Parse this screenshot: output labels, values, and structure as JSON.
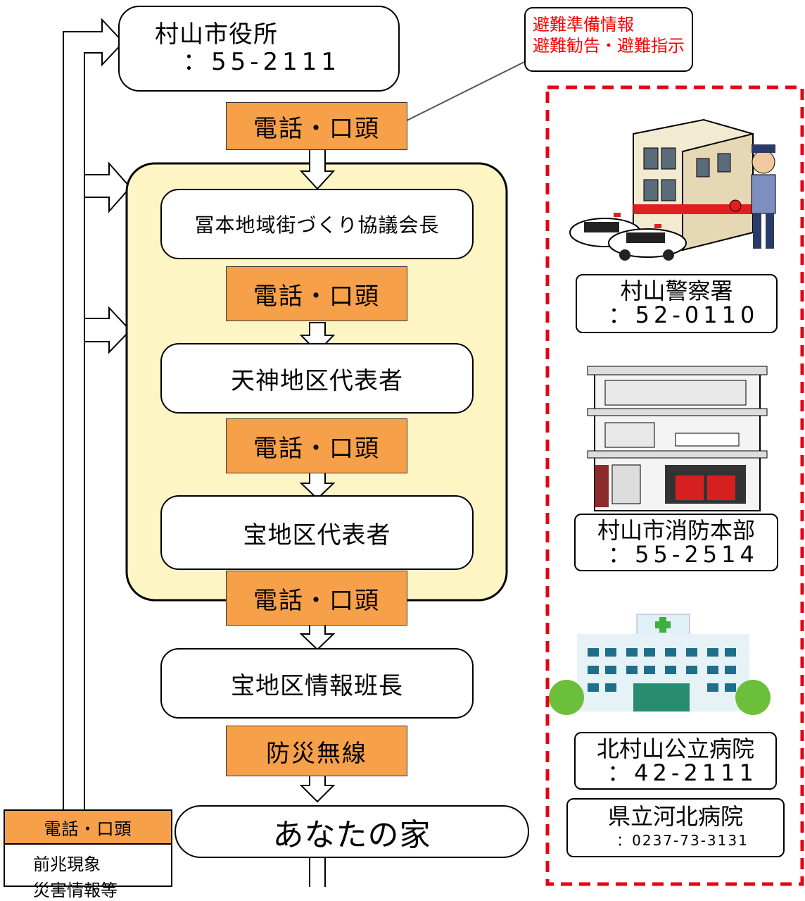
{
  "flow": {
    "city_office": {
      "name": "村山市役所",
      "phone": "：55-2111"
    },
    "callout": {
      "line1": "避難準備情報",
      "line2": "避難勧告・避難指示"
    },
    "chain": [
      {
        "name": "冨本地域街づくり協議会長"
      },
      {
        "name": "天神地区代表者"
      },
      {
        "name": "宝地区代表者"
      },
      {
        "name": "宝地区情報班長"
      }
    ],
    "labels": [
      "電話・口頭",
      "電話・口頭",
      "電話・口頭",
      "電話・口頭",
      "防災無線"
    ],
    "home": {
      "name": "あなたの家"
    },
    "report_box": {
      "header": "電話・口頭",
      "line1": "前兆現象",
      "line2": "災害情報等"
    }
  },
  "contacts": [
    {
      "name": "村山警察署",
      "phone": "：52-0110",
      "icon": "police-station-icon"
    },
    {
      "name": "村山市消防本部",
      "phone": "：55-2514",
      "icon": "fire-station-icon"
    },
    {
      "name": "北村山公立病院",
      "phone": "：42-2111",
      "icon": "hospital-icon"
    },
    {
      "name": "県立河北病院",
      "phone": "：0237-73-3131"
    }
  ],
  "colors": {
    "label_orange": "#f7a04a",
    "group_yellow": "#fdf6c4",
    "callout_red": "#ff0000",
    "dashed_red": "#e60012"
  }
}
